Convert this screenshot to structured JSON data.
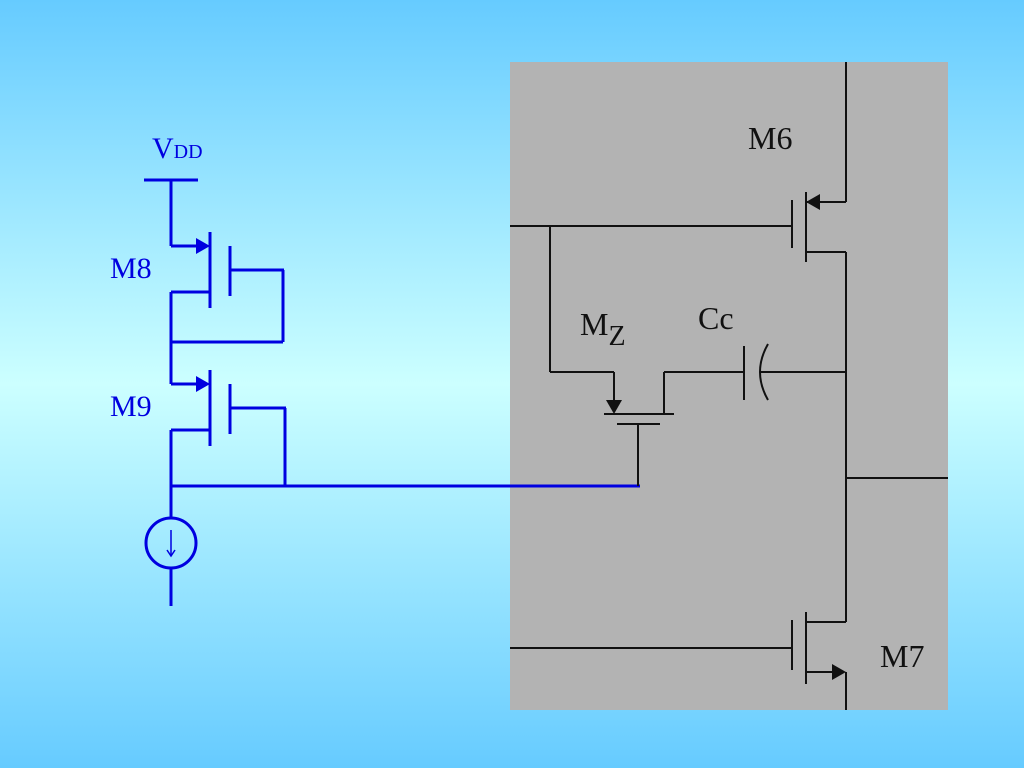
{
  "labels": {
    "vdd_main": "V",
    "vdd_sub": "DD",
    "m8": "M8",
    "m9": "M9",
    "m6": "M6",
    "mz_main": "M",
    "mz_sub": "Z",
    "cc": "Cc",
    "m7": "M7"
  },
  "colors": {
    "background_top": "#66cbff",
    "background_mid": "#ccffff",
    "panel": "#b3b3b3",
    "bias_circuit": "#0000e0",
    "opamp_circuit": "#111111"
  }
}
